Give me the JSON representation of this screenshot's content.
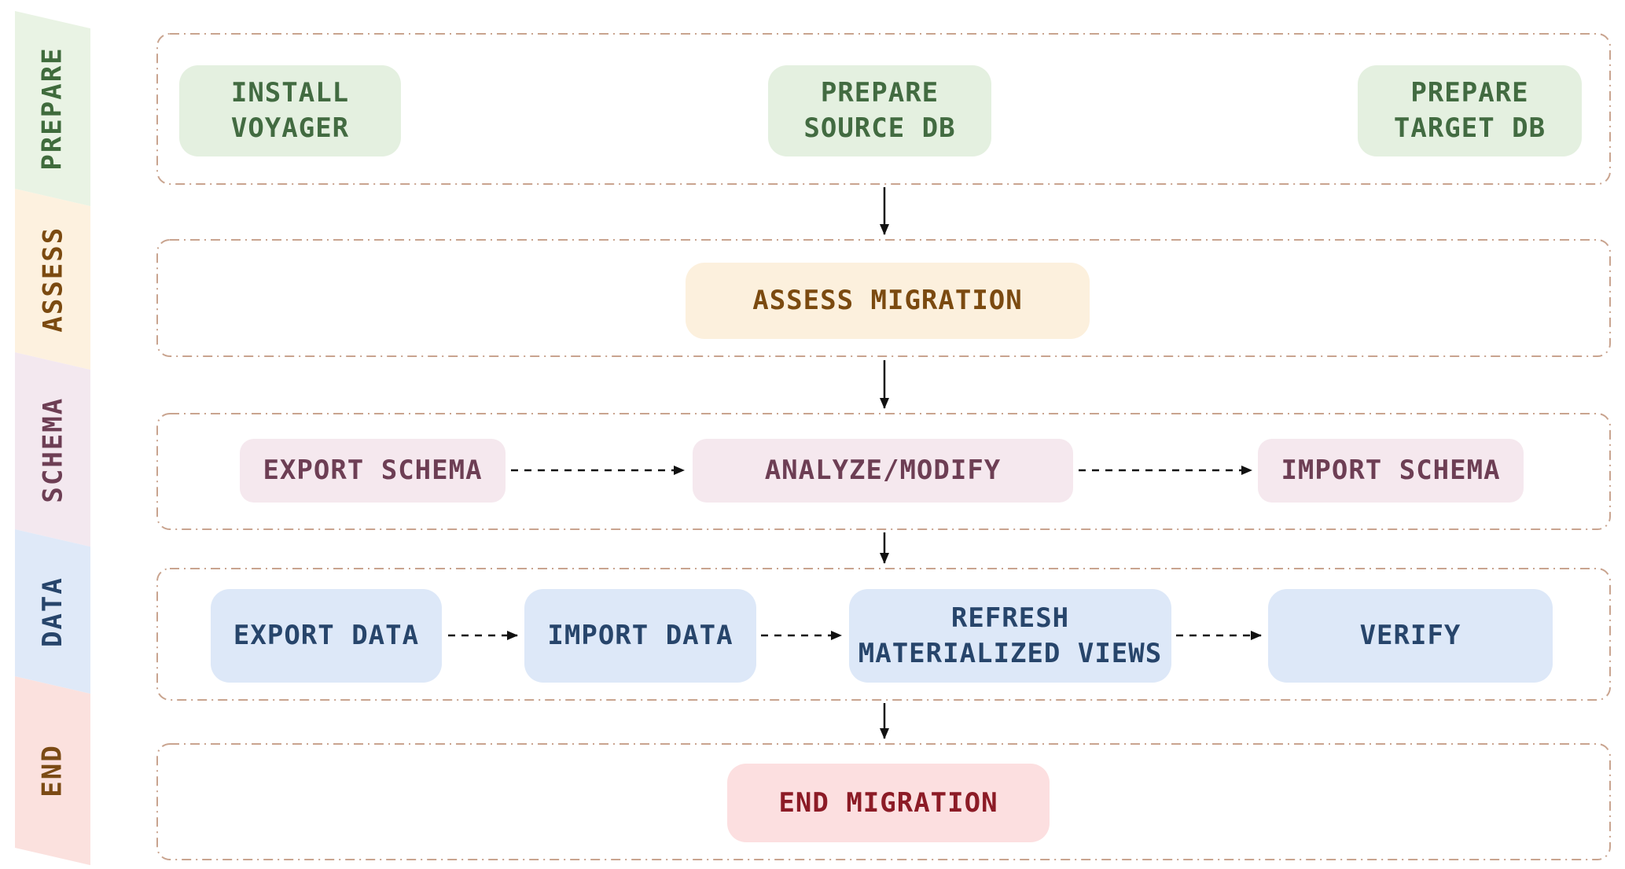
{
  "title": "Database migration workflow diagram",
  "sidebar": {
    "sections": [
      {
        "id": "prepare",
        "label": "PREPARE",
        "bg": "#e9f3e4",
        "fg": "#3f6b3c"
      },
      {
        "id": "assess",
        "label": "ASSESS",
        "bg": "#fdf1df",
        "fg": "#7b4a10"
      },
      {
        "id": "schema",
        "label": "SCHEMA",
        "bg": "#f3e8ef",
        "fg": "#6d3e54"
      },
      {
        "id": "data",
        "label": "DATA",
        "bg": "#dfe9f8",
        "fg": "#27456b"
      },
      {
        "id": "end",
        "label": "END",
        "bg": "#fbe1de",
        "fg": "#7b4a14"
      }
    ]
  },
  "rows": {
    "prepare": {
      "boxes": [
        {
          "id": "install-voyager",
          "lines": [
            "INSTALL",
            "VOYAGER"
          ]
        },
        {
          "id": "prepare-source-db",
          "lines": [
            "PREPARE",
            "SOURCE DB"
          ]
        },
        {
          "id": "prepare-target-db",
          "lines": [
            "PREPARE",
            "TARGET DB"
          ]
        }
      ]
    },
    "assess": {
      "boxes": [
        {
          "id": "assess-migration",
          "lines": [
            "ASSESS MIGRATION"
          ]
        }
      ]
    },
    "schema": {
      "boxes": [
        {
          "id": "export-schema",
          "lines": [
            "EXPORT SCHEMA"
          ]
        },
        {
          "id": "analyze-modify",
          "lines": [
            "ANALYZE/MODIFY"
          ]
        },
        {
          "id": "import-schema",
          "lines": [
            "IMPORT SCHEMA"
          ]
        }
      ]
    },
    "data": {
      "boxes": [
        {
          "id": "export-data",
          "lines": [
            "EXPORT DATA"
          ]
        },
        {
          "id": "import-data",
          "lines": [
            "IMPORT DATA"
          ]
        },
        {
          "id": "refresh-materialized-views",
          "lines": [
            "REFRESH",
            "MATERIALIZED VIEWS"
          ]
        },
        {
          "id": "verify",
          "lines": [
            "VERIFY"
          ]
        }
      ]
    },
    "end": {
      "boxes": [
        {
          "id": "end-migration",
          "lines": [
            "END MIGRATION"
          ]
        }
      ]
    }
  },
  "connections": [
    {
      "from": "prepare-source-db",
      "to": "assess-migration",
      "style": "solid-vertical"
    },
    {
      "from": "assess-migration",
      "to": "analyze-modify",
      "style": "solid-vertical"
    },
    {
      "from": "analyze-modify",
      "to": "data-row",
      "style": "solid-vertical"
    },
    {
      "from": "data-row",
      "to": "end-migration",
      "style": "solid-vertical"
    },
    {
      "from": "export-schema",
      "to": "analyze-modify",
      "style": "dashed-horizontal"
    },
    {
      "from": "analyze-modify",
      "to": "import-schema",
      "style": "dashed-horizontal"
    },
    {
      "from": "export-data",
      "to": "import-data",
      "style": "dashed-horizontal"
    },
    {
      "from": "import-data",
      "to": "refresh-materialized-views",
      "style": "dashed-horizontal"
    },
    {
      "from": "refresh-materialized-views",
      "to": "verify",
      "style": "dashed-horizontal"
    }
  ],
  "palette": {
    "node_green_bg": "#e4f0e0",
    "node_green_fg": "#426b41",
    "node_amber_bg": "#fcf0dd",
    "node_amber_fg": "#7b4a10",
    "node_mauve_bg": "#f5e8ee",
    "node_mauve_fg": "#6d3e54",
    "node_blue_bg": "#dde8f8",
    "node_blue_fg": "#27456b",
    "node_red_bg": "#fcdfe0",
    "node_red_fg": "#8c1b26",
    "row_border": "#c9a48f",
    "arrow": "#111111",
    "background": "#ffffff"
  }
}
